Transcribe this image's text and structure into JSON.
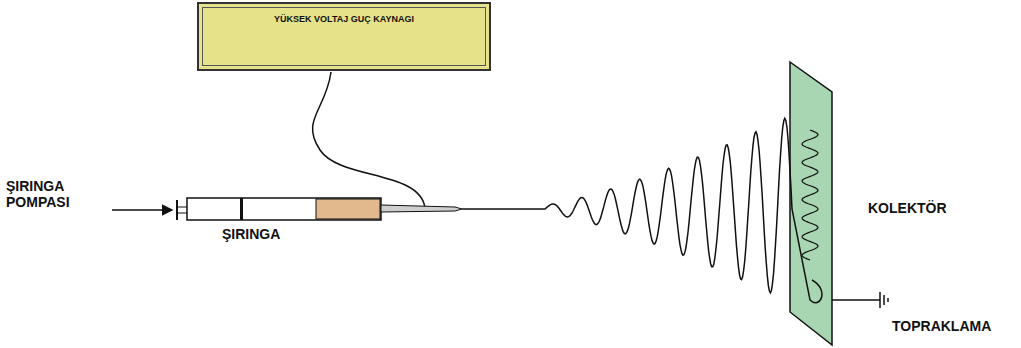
{
  "diagram": {
    "nodes": [
      {
        "text": [
          "YÜKSEK VOLTAJ GUÇ KAYNAGI"
        ]
      }
    ],
    "labels": [
      "ŞIRINGA POMPASI",
      "ŞIRINGA",
      "KOLEKTÖR",
      "TOPRAKLAMA"
    ]
  }
}
